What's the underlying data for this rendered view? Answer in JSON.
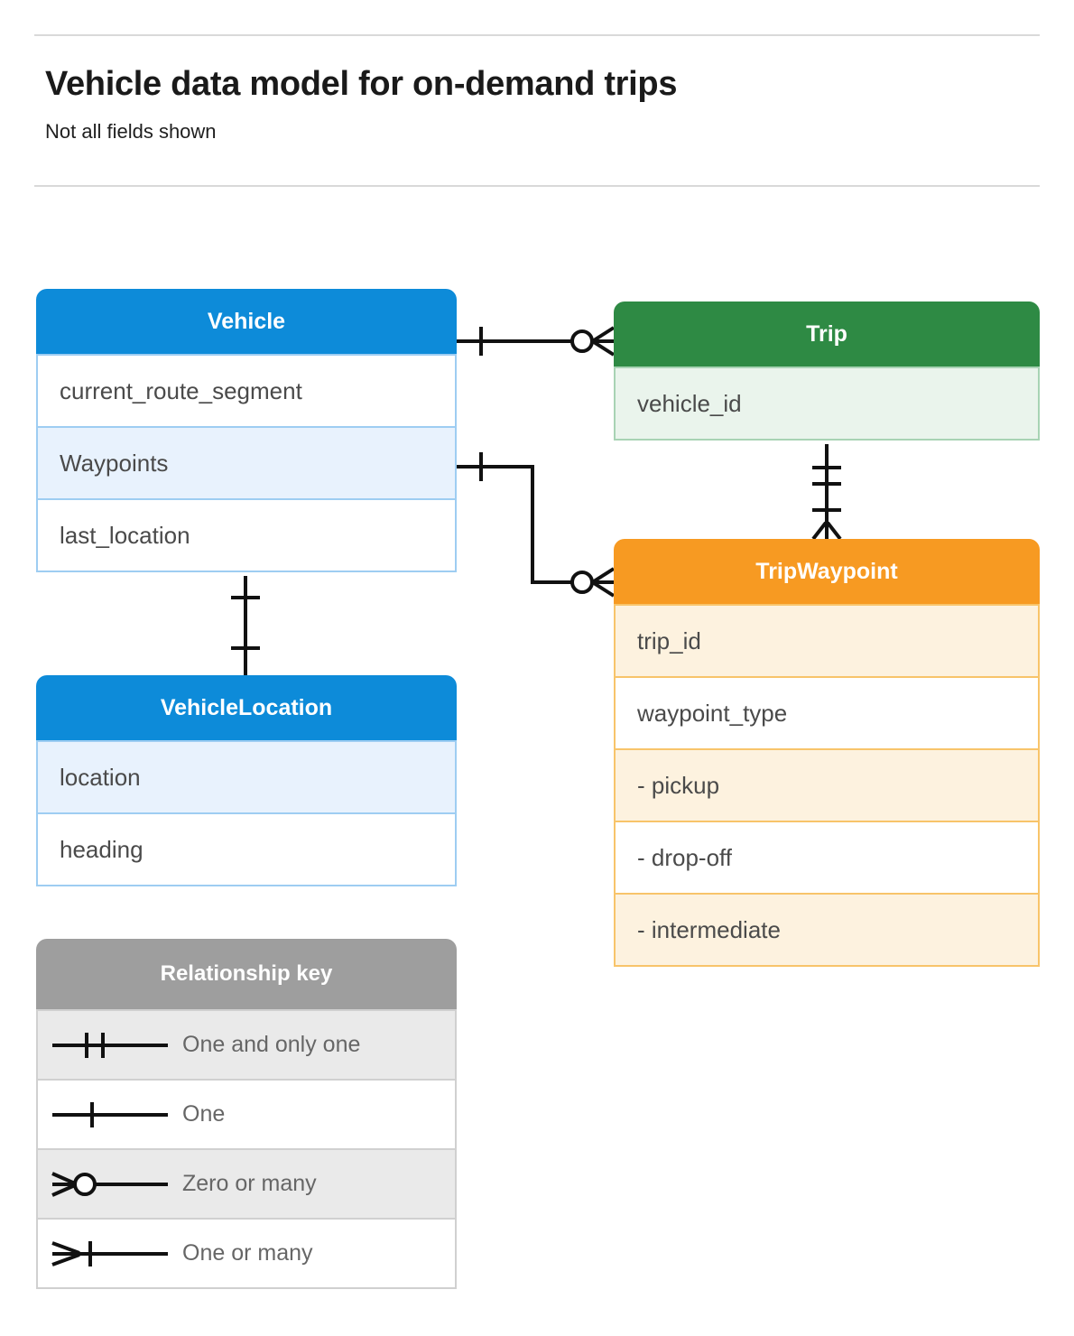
{
  "header": {
    "title": "Vehicle data model for on-demand trips",
    "subtitle": "Not all fields shown"
  },
  "entities": [
    {
      "id": "vehicle",
      "name": "Vehicle",
      "color": "#0d8bd9",
      "fields": [
        {
          "label": "current_route_segment",
          "shaded": false
        },
        {
          "label": "Waypoints",
          "shaded": true
        },
        {
          "label": "last_location",
          "shaded": false
        }
      ]
    },
    {
      "id": "trip",
      "name": "Trip",
      "color": "#2e8a44",
      "fields": [
        {
          "label": "vehicle_id",
          "shaded": true
        }
      ]
    },
    {
      "id": "tripwaypoint",
      "name": "TripWaypoint",
      "color": "#f79a22",
      "fields": [
        {
          "label": "trip_id",
          "shaded": true
        },
        {
          "label": "waypoint_type",
          "shaded": false
        },
        {
          "label": "- pickup",
          "shaded": true
        },
        {
          "label": "- drop-off",
          "shaded": false
        },
        {
          "label": "- intermediate",
          "shaded": true
        }
      ]
    },
    {
      "id": "vehiclelocation",
      "name": "VehicleLocation",
      "color": "#0d8bd9",
      "fields": [
        {
          "label": "location",
          "shaded": true
        },
        {
          "label": "heading",
          "shaded": false
        }
      ]
    }
  ],
  "legend": {
    "title": "Relationship key",
    "color": "#9e9e9e",
    "rows": [
      {
        "symbol": "one-and-only-one",
        "label": "One and only one",
        "shaded": true
      },
      {
        "symbol": "one",
        "label": "One",
        "shaded": false
      },
      {
        "symbol": "zero-or-many",
        "label": "Zero or many",
        "shaded": true
      },
      {
        "symbol": "one-or-many",
        "label": "One or many",
        "shaded": false
      }
    ]
  },
  "relationships": [
    {
      "from": "Vehicle",
      "to": "Trip",
      "from_cardinality": "one",
      "to_cardinality": "zero-or-many"
    },
    {
      "from": "Vehicle.Waypoints",
      "to": "TripWaypoint",
      "from_cardinality": "one",
      "to_cardinality": "zero-or-many"
    },
    {
      "from": "Trip",
      "to": "TripWaypoint",
      "from_cardinality": "one-and-only-one",
      "to_cardinality": "one-or-many"
    },
    {
      "from": "Vehicle",
      "to": "VehicleLocation",
      "from_cardinality": "one",
      "to_cardinality": "one"
    }
  ]
}
